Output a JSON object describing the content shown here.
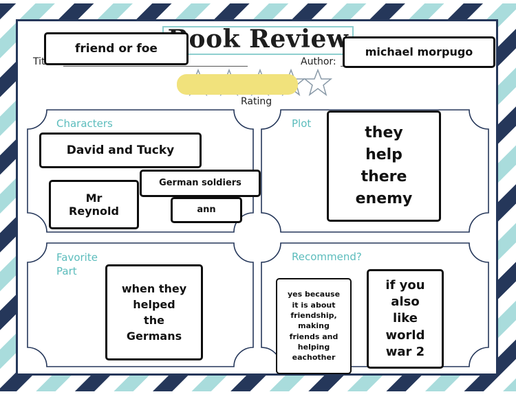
{
  "page_title": "Book Review",
  "labels": {
    "title": "Title:",
    "author": "Author:",
    "rating": "Rating",
    "characters": "Characters",
    "plot": "Plot",
    "favorite_part": "Favorite Part",
    "recommend": "Recommend?"
  },
  "answers": {
    "title": "friend or foe",
    "author": "michael morpugo",
    "characters": [
      "David and Tucky",
      "German soldiers",
      "Mr Reynold",
      "ann"
    ],
    "plot": "they help there enemy",
    "favorite_part": "when they helped the Germans",
    "recommend_reason": "yes because it is about friendship, making friends and helping eachother",
    "recommend_condition": "if you also like world war 2"
  },
  "rating": {
    "stars_total": 5
  },
  "colors": {
    "navy": "#25375a",
    "teal": "#8ecfcf",
    "text_teal": "#5bbcbc",
    "highlight": "#f1e27c"
  }
}
